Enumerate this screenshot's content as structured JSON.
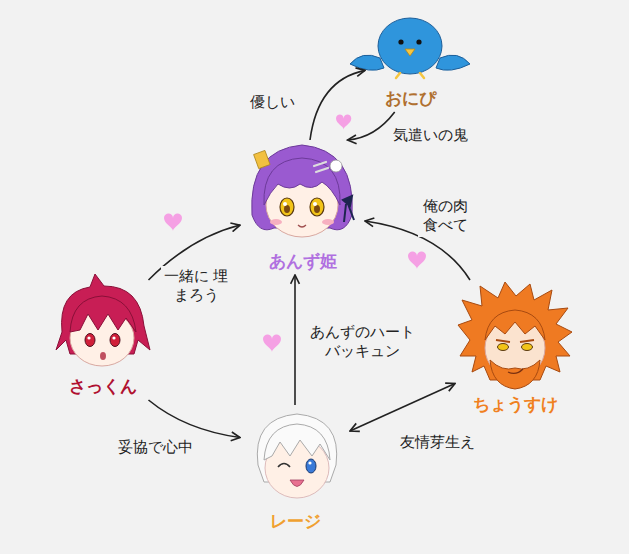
{
  "diagram": {
    "nodes": [
      {
        "text": [
          "おにぴ"
        ]
      },
      {
        "text": [
          "あんず姫"
        ]
      },
      {
        "text": [
          "さっくん"
        ]
      },
      {
        "text": [
          "ちょうすけ"
        ]
      },
      {
        "text": [
          "レージ"
        ]
      }
    ],
    "edges": [
      {
        "from": 1,
        "to": 0,
        "label": "優しい",
        "arrow": "to"
      },
      {
        "from": 0,
        "to": 1,
        "label": "気遣いの鬼",
        "arrow": "to"
      },
      {
        "from": 3,
        "to": 1,
        "label": "俺の肉 食べて",
        "arrow": "to"
      },
      {
        "from": 2,
        "to": 1,
        "label": "一緒に 埋まろう",
        "arrow": "to"
      },
      {
        "from": 4,
        "to": 1,
        "label": "あんずのハート バッキュン",
        "arrow": "to"
      },
      {
        "from": 2,
        "to": 4,
        "label": "妥協で心中",
        "arrow": "to"
      },
      {
        "from": 4,
        "to": 3,
        "label": "友情芽生え",
        "arrow": "both"
      }
    ]
  }
}
